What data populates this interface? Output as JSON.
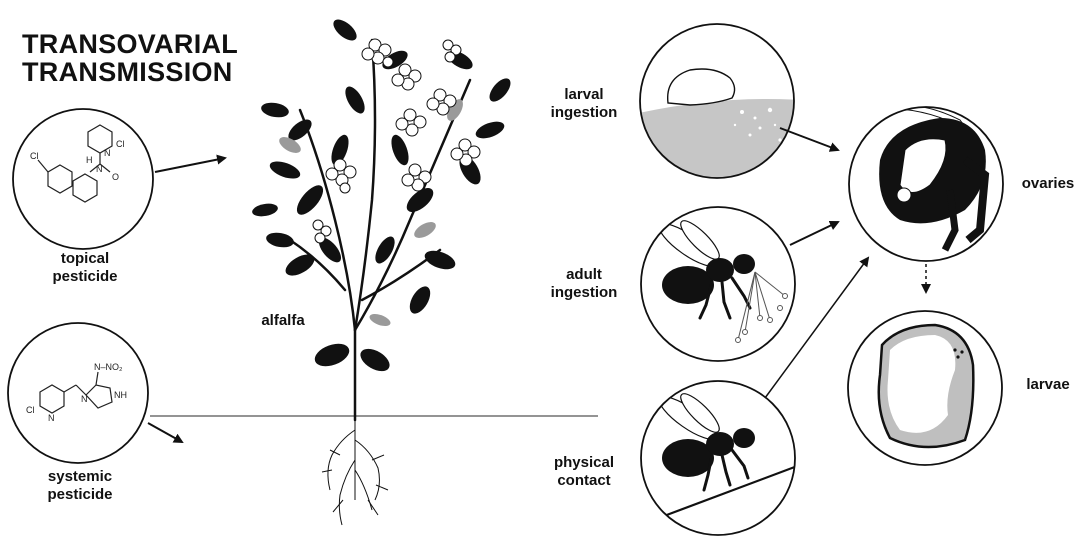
{
  "title_line1": "TRANSOVARIAL",
  "title_line2": "TRANSMISSION",
  "labels": {
    "topical_line1": "topical",
    "topical_line2": "pesticide",
    "systemic_line1": "systemic",
    "systemic_line2": "pesticide",
    "alfalfa": "alfalfa",
    "larval_line1": "larval",
    "larval_line2": "ingestion",
    "adult_line1": "adult",
    "adult_line2": "ingestion",
    "physical_line1": "physical",
    "physical_line2": "contact",
    "ovaries": "ovaries",
    "larvae": "larvae"
  },
  "chem_topical": {
    "cl_top": "Cl",
    "cl_left": "Cl",
    "nh": "H",
    "n_amide": "N",
    "o": "O",
    "n_ring": "N"
  },
  "chem_systemic": {
    "no2": "N–NO₂",
    "cl": "Cl",
    "n_py": "N",
    "n_ring": "N",
    "nh": "NH"
  },
  "colors": {
    "ink": "#111111",
    "grey": "#bfbfbf",
    "line": "#555555"
  }
}
